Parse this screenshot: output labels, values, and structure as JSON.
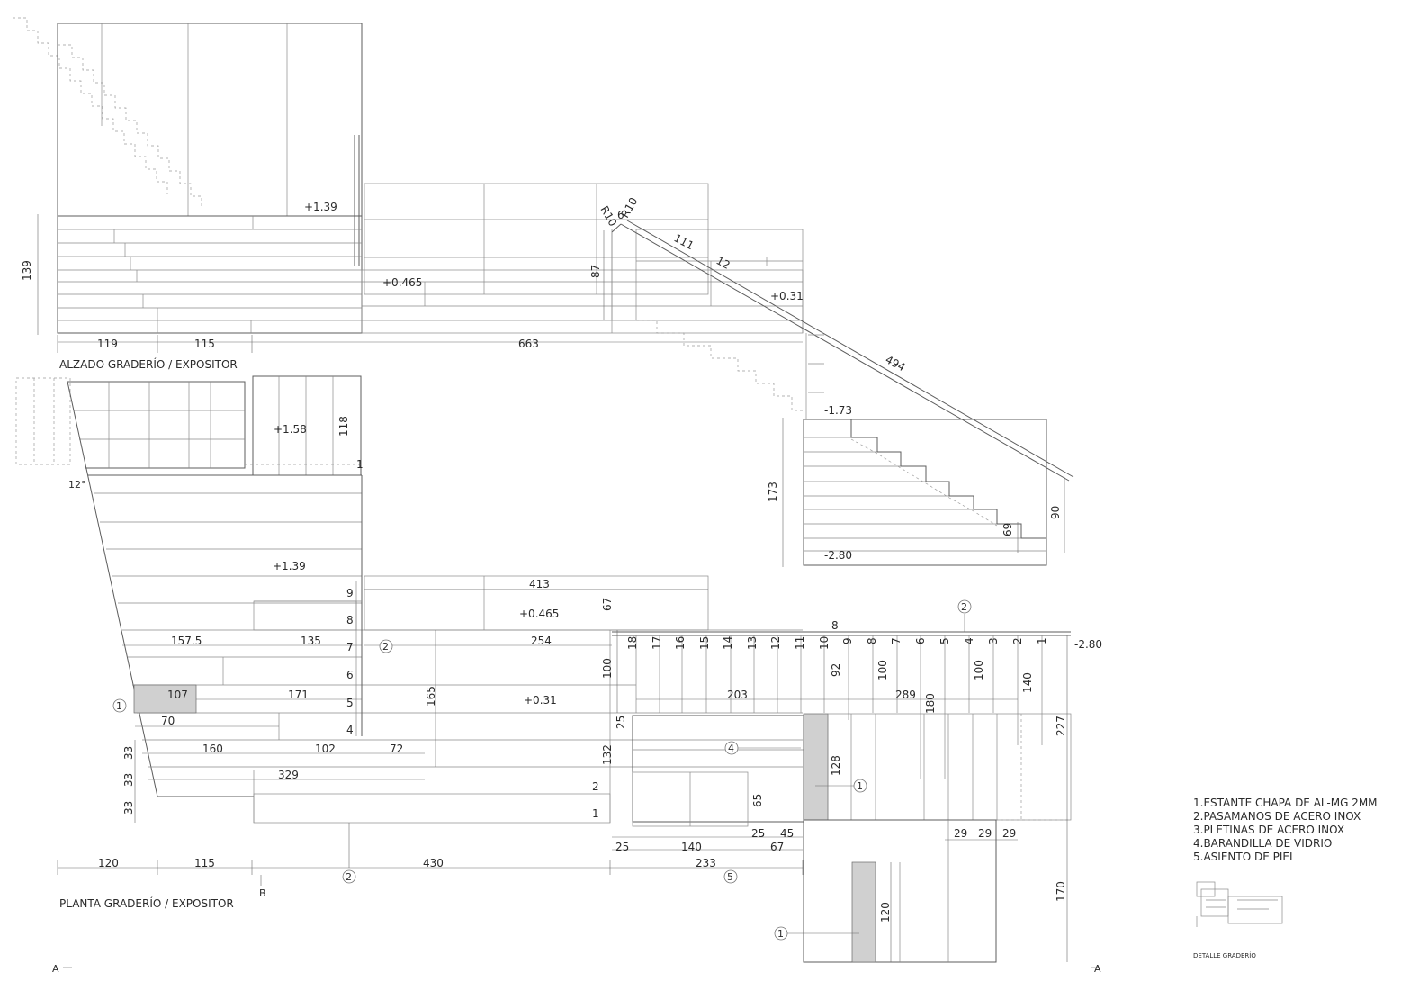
{
  "titles": {
    "alzado": "ALZADO GRADERÍO / EXPOSITOR",
    "planta": "PLANTA GRADERÍO / EXPOSITOR",
    "detalle": "DETALLE GRADERÍO"
  },
  "legend": [
    "1.ESTANTE CHAPA DE AL-MG 2MM",
    "2.PASAMANOS DE ACERO INOX",
    "3.PLETINAS DE ACERO INOX",
    "4.BARANDILLA DE VIDRIO",
    "5.ASIENTO DE PIEL"
  ],
  "levels": {
    "l139_top": "+1.39",
    "l0465_top": "+0.465",
    "l031_top": "+0.31",
    "lm173": "-1.73",
    "lm280": "-2.80",
    "l158": "+1.58",
    "l139_plan": "+1.39",
    "l0465_plan": "+0.465",
    "l031_plan": "+0.31",
    "lm280_plan": "-2.80"
  },
  "elevation_dims": {
    "h139": "139",
    "w119": "119",
    "w115": "115",
    "w663": "663",
    "r10a": "R10",
    "six": "6",
    "r10b": "R10",
    "d87": "87",
    "d111": "111",
    "d12": "12",
    "d494": "494",
    "d173": "173",
    "d90": "90",
    "d69": "69"
  },
  "plan_dims": {
    "d118": "118",
    "one": "1",
    "angle": "12°",
    "d413": "413",
    "d67": "67",
    "d157": "157.5",
    "d135": "135",
    "d254": "254",
    "d100a": "100",
    "d107": "107",
    "d171": "171",
    "d70": "70",
    "d165": "165",
    "d25a": "25",
    "d160": "160",
    "d102": "102",
    "d72": "72",
    "d132": "132",
    "d329": "329",
    "d33a": "33",
    "d33b": "33",
    "d33c": "33",
    "d65": "65",
    "d128": "128",
    "d25b": "25",
    "d45": "45",
    "d25c": "25",
    "d140a": "140",
    "d67b": "67",
    "d120": "120",
    "d115": "115",
    "d430": "430",
    "d233": "233",
    "d203": "203",
    "d289": "289",
    "d92": "92",
    "d100b": "100",
    "d180": "180",
    "d100c": "100",
    "d140b": "140",
    "d227": "227",
    "d29a": "29",
    "d29b": "29",
    "d29c": "29",
    "d170": "170",
    "d120b": "120",
    "d8": "8",
    "rowA": "2",
    "rowB": "1",
    "sectionA1": "A",
    "sectionA2": "A",
    "sectionB": "B"
  },
  "step_numbers_left": [
    "9",
    "8",
    "7",
    "6",
    "5",
    "4"
  ],
  "step_numbers_right": [
    "18",
    "17",
    "16",
    "15",
    "14",
    "13",
    "12",
    "11",
    "10",
    "9",
    "8",
    "7",
    "6",
    "5",
    "4",
    "3",
    "2",
    "1"
  ],
  "callouts": {
    "c2_top": "2",
    "c2_plan": "2",
    "c1_plan": "1",
    "c4": "4",
    "c1_mid": "1",
    "c2_bottom": "2",
    "c5": "5",
    "c1_low": "1"
  }
}
